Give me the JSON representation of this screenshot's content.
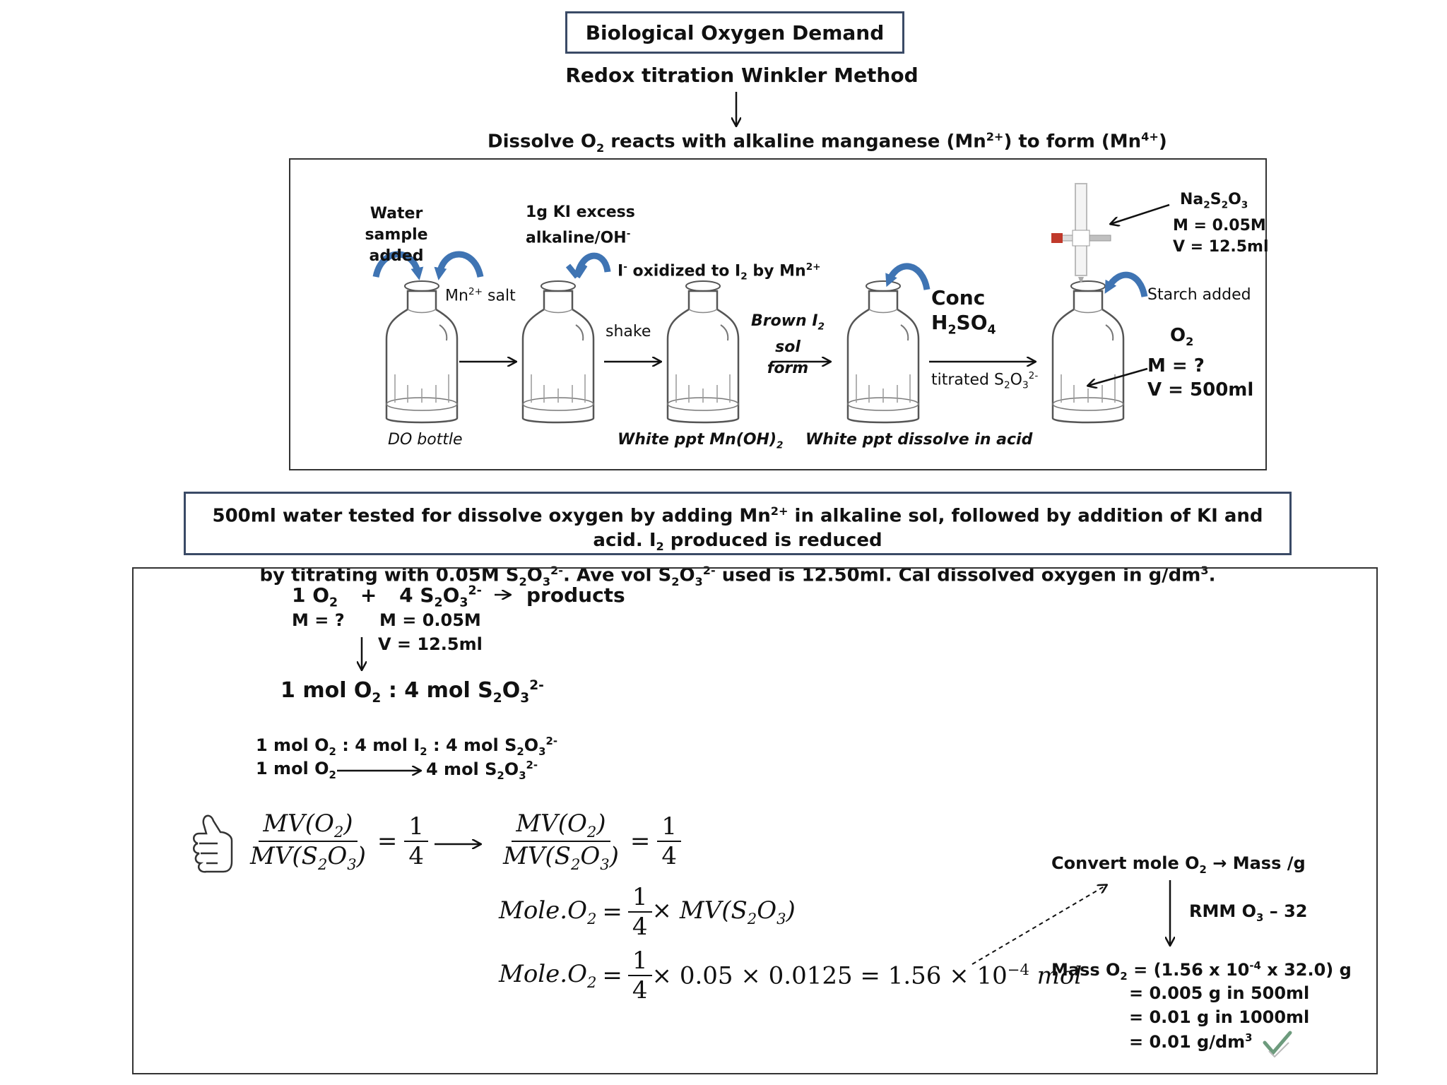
{
  "title": "Biological Oxygen Demand",
  "subtitle": "Redox titration Winkler Method",
  "step_intro": {
    "pre": "Dissolve O",
    "sub": "2",
    "mid": " reacts with alkaline manganese (Mn",
    "sup1": "2+",
    "mid2": ") to form (Mn",
    "sup2": "4+",
    "end": ")"
  },
  "procedure": {
    "water_sample": [
      "Water sample",
      "added"
    ],
    "mn_salt": {
      "text": "Mn",
      "sup": "2+",
      "end": " salt"
    },
    "ki_excess": [
      "1g KI excess",
      "alkaline/OH"
    ],
    "ki_sup": "-",
    "iodide_oxidized": {
      "a": "I",
      "asup": "-",
      "b": " oxidized to I",
      "bsub": "2",
      "c": " by Mn",
      "csup": "2+"
    },
    "shake": "shake",
    "brown": {
      "a": "Brown I",
      "sub": "2",
      "b": " sol",
      "c": "form"
    },
    "conc": "Conc",
    "h2so4": {
      "a": "H",
      "sub1": "2",
      "b": "SO",
      "sub2": "4"
    },
    "titrated": {
      "a": "titrated  S",
      "sub1": "2",
      "b": "O",
      "sub2": "3",
      "sup": "2-"
    },
    "starch": "Starch added",
    "burette": {
      "formula_a": "Na",
      "s1": "2",
      "formula_b": "S",
      "s2": "2",
      "formula_c": "O",
      "s3": "3",
      "m": "M = 0.05M",
      "v": "V  = 12.5ml"
    },
    "sample": {
      "o": "O",
      "sub": "2",
      "m": "M = ?",
      "v": "V = 500ml"
    },
    "do_bottle": "DO bottle",
    "white_ppt": {
      "a": "White ppt Mn(OH)",
      "sub": "2"
    },
    "white_dissolve": "White ppt dissolve in acid"
  },
  "problem": {
    "line1": {
      "a": "500ml water tested for dissolve oxygen by adding Mn",
      "sup": "2+",
      "b": " in alkaline sol, followed by addition of KI and acid. I",
      "sub": "2",
      "c": " produced is reduced"
    },
    "line2": {
      "a": "by titrating with 0.05M S",
      "s1": "2",
      "b": "O",
      "s2": "3",
      "sp1": "2-",
      "c": ". Ave vol S",
      "s3": "2",
      "d": "O",
      "s4": "3",
      "sp2": "2-",
      "e": " used is 12.50ml. Cal dissolved oxygen in g/dm",
      "sp3": "3",
      "f": "."
    }
  },
  "solution": {
    "eq_o2": "1 O",
    "eq_plus": "+",
    "eq_s": "4 S",
    "eq_products": "products",
    "m_o2": "M = ?",
    "m_s": "M = 0.05M",
    "v_s": "V = 12.5ml",
    "ratio1": {
      "a": "1 mol O",
      "b": " : 4 mol S",
      "c": "O"
    },
    "ratio2": {
      "a": "1 mol O",
      "b": " : 4 mol I",
      "c": " :  4 mol S",
      "d": "O"
    },
    "ratio3": {
      "a": "1 mol O",
      "b": "4 mol S",
      "c": "O"
    },
    "frac_one": "1",
    "frac_four": "4",
    "mv_o2": "MV(O",
    "mv_s": "MV(S",
    "mole_o2": "Mole.O",
    "times_mv": "× MV(S",
    "calc": "× 0.05 × 0.0125 = 1.56 × 10",
    "calc_exp": "−4",
    "calc_unit": " mol",
    "convert": {
      "a": "Convert mole O",
      "b": " → Mass /g"
    },
    "rmm": {
      "a": "RMM O",
      "b": " –  32"
    },
    "mass1": {
      "a": "Mass O",
      "b": " =  (1.56 x 10",
      "exp": "-4",
      "c": " x 32.0) g"
    },
    "mass2": "=   0.005 g  in 500ml",
    "mass3": "=    0.01 g in 1000ml",
    "mass4": {
      "a": "=    0.01 g/dm",
      "exp": "3"
    }
  }
}
